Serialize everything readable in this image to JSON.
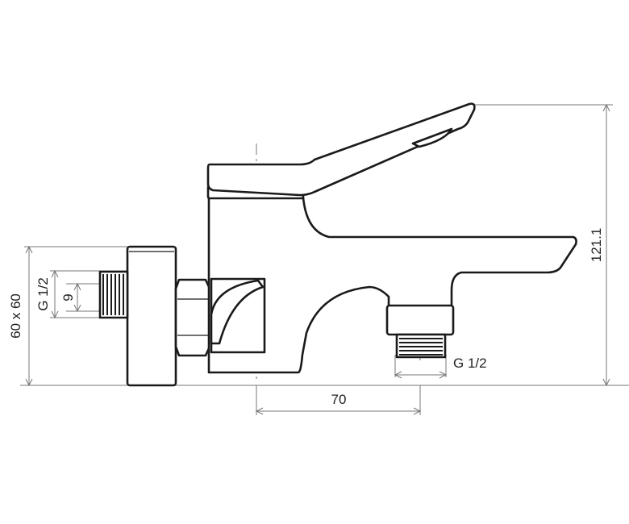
{
  "dimensions": {
    "flange_size": "60 x 60",
    "inlet_thread": "G 1/2",
    "inlet_thread_length": "9",
    "spout_outlet_thread": "G 1/2",
    "inlet_to_outlet": "70",
    "overall_height": "121.1"
  }
}
